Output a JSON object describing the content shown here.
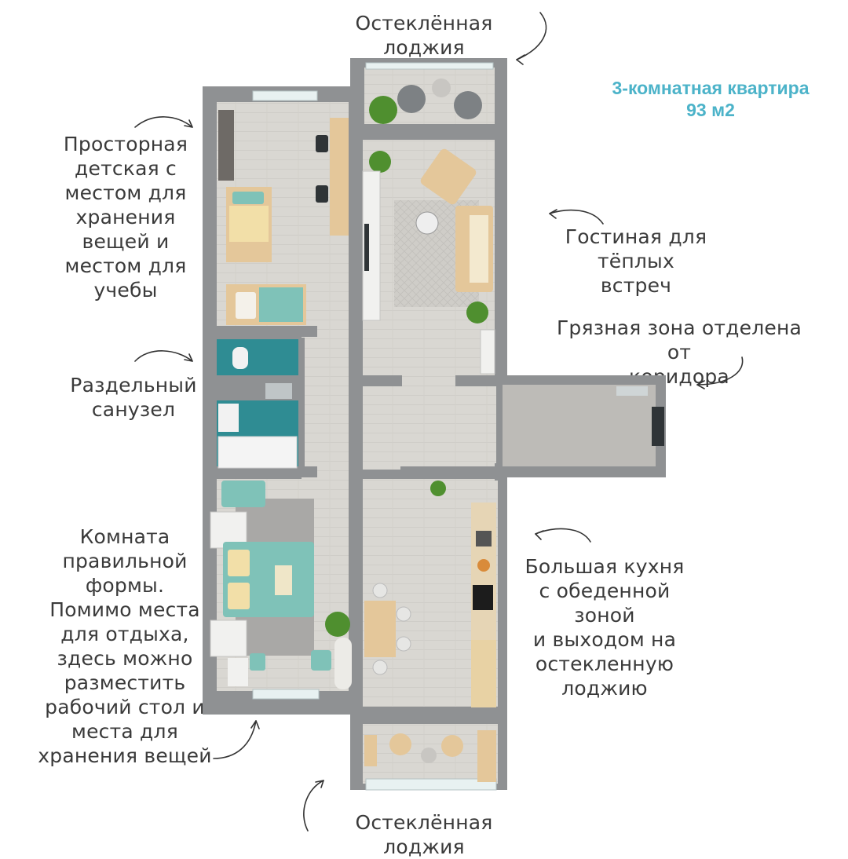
{
  "title": {
    "line1": "3-комнатная квартира",
    "line2": "93 м2",
    "color": "#4cb3c9"
  },
  "notes": {
    "loggia_top": "Остеклённая лоджия",
    "kids_room": "Просторная\nдетская с\nместом для\nхранения\nвещей и\nместом для\nучебы",
    "living_room": "Гостиная для тёплых\nвстреч",
    "dirty_zone": "Грязная зона отделена от\nкоридора",
    "bathroom": "Раздельный\nсанузел",
    "bedroom": "Комната\nправильной\nформы.\nПомимо места\nдля отдыха,\nздесь можно\nразместить\nрабочий стол и\nместа для\nхранения вещей",
    "kitchen": "Большая кухня\nс обеденной зоной\nи выходом на\nостекленную\nлоджию",
    "loggia_bottom": "Остеклённая лоджия"
  },
  "colors": {
    "wall": "#8f9193",
    "floor": "#d7d5d0",
    "accent_textile": "#7fc2b8",
    "bath_tile": "#2f8c93",
    "wood": "#e4c79a",
    "plant": "#4f8f2f"
  }
}
